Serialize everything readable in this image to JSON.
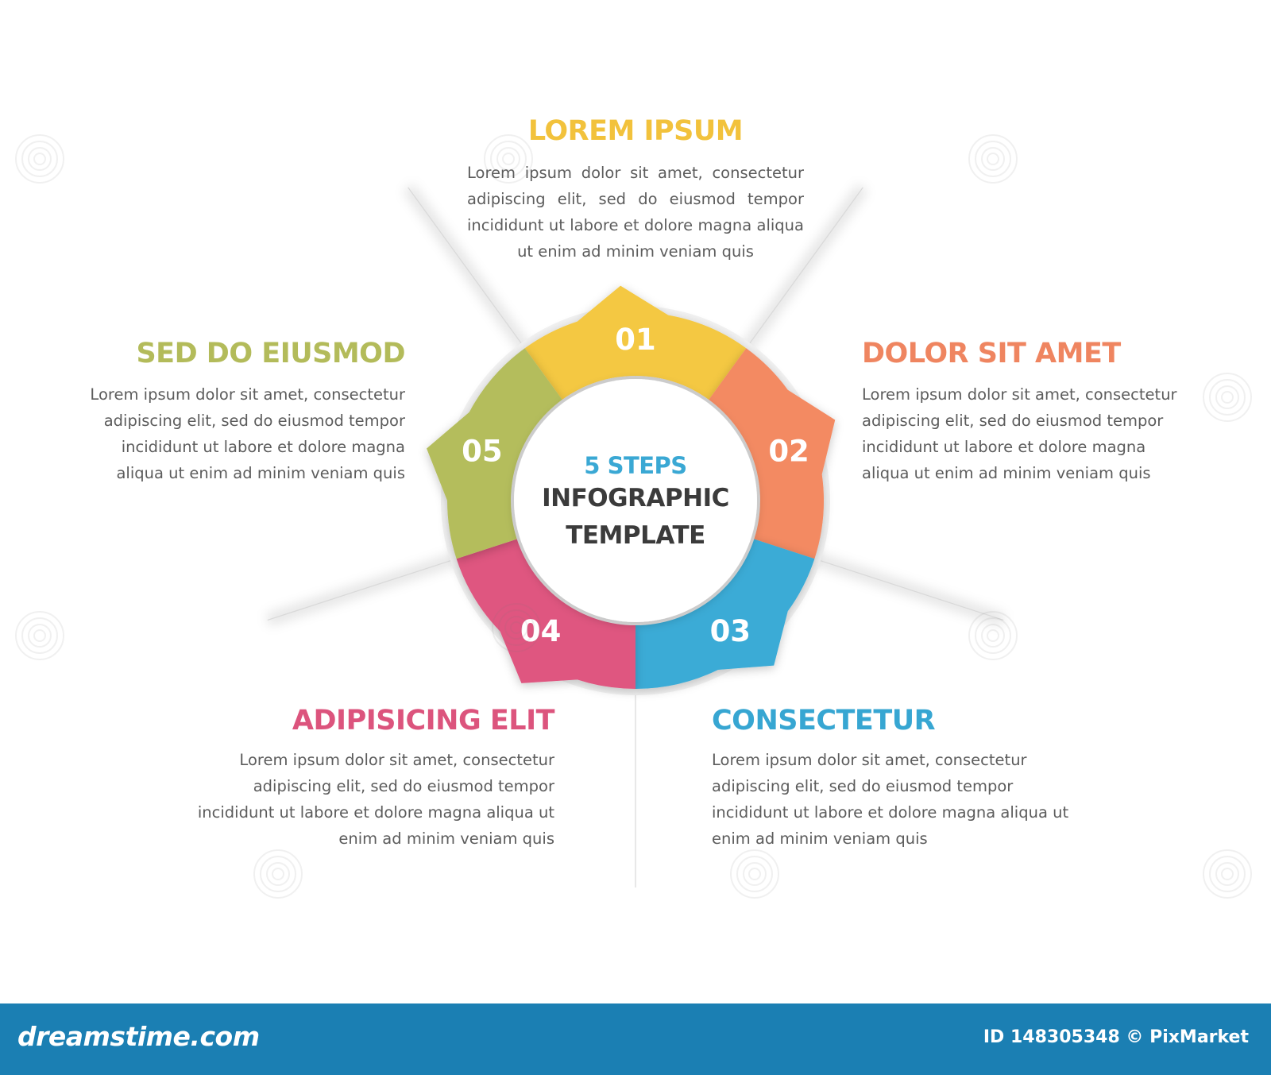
{
  "center": {
    "subtitle": "5 STEPS",
    "title_line1": "INFOGRAPHIC",
    "title_line2": "TEMPLATE",
    "subtitle_color": "#3aa8d4"
  },
  "steps": [
    {
      "number": "01",
      "title": "LOREM IPSUM",
      "text": "Lorem ipsum dolor sit amet, consectetur adipiscing elit, sed do eiusmod tempor incididunt ut labore et dolore magna aliqua ut enim ad minim veniam quis",
      "color": "#f4c842",
      "title_color": "#f2c23c"
    },
    {
      "number": "02",
      "title": "DOLOR SIT AMET",
      "text": "Lorem ipsum dolor sit amet, consectetur adipiscing elit, sed do eiusmod tempor incididunt ut labore et dolore magna aliqua ut enim ad minim veniam quis",
      "color": "#f38a62",
      "title_color": "#ef8560"
    },
    {
      "number": "03",
      "title": "CONSECTETUR",
      "text": "Lorem ipsum dolor sit amet, consectetur adipiscing elit, sed do eiusmod tempor incididunt ut labore et dolore magna aliqua ut enim ad minim veniam quis",
      "color": "#3aabd6",
      "title_color": "#37a6d2"
    },
    {
      "number": "04",
      "title": "ADIPISICING ELIT",
      "text": "Lorem ipsum dolor sit amet, consectetur adipiscing elit, sed do eiusmod tempor incididunt ut labore et dolore magna aliqua ut enim ad minim veniam quis",
      "color": "#df5780",
      "title_color": "#dc547d"
    },
    {
      "number": "05",
      "title": "SED DO EIUSMOD",
      "text": "Lorem ipsum dolor sit amet, consectetur adipiscing elit, sed do eiusmod tempor incididunt ut labore et dolore magna aliqua ut enim ad minim veniam quis",
      "color": "#b4bd5c",
      "title_color": "#b3bb5a"
    }
  ],
  "footer": {
    "brand": "dreamstime.com",
    "image_id": "ID 148305348 © PixMarket",
    "bar_color": "#1b7fb3"
  },
  "watermark": {
    "text": "dreamstime"
  }
}
